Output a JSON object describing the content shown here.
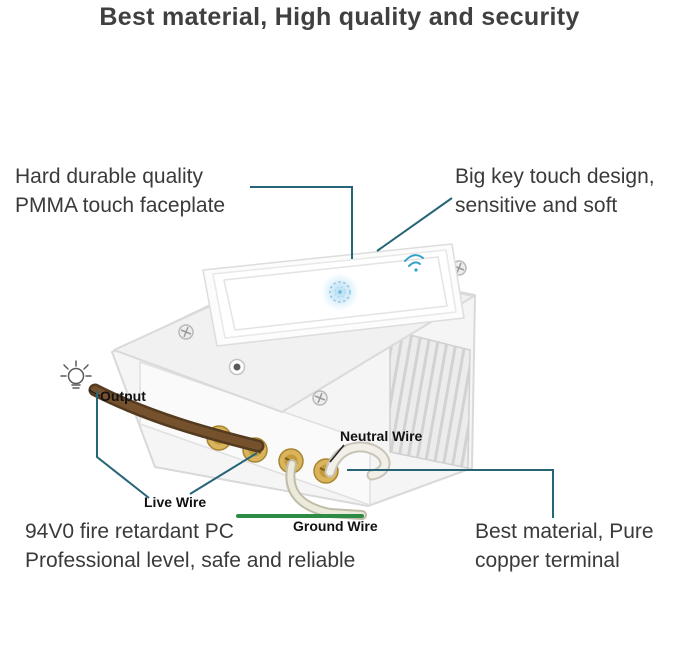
{
  "title": "Best material, High quality and security",
  "annotations": {
    "faceplate": {
      "line1": "Hard durable quality",
      "line2": "PMMA touch faceplate"
    },
    "touch": {
      "line1": "Big key touch design,",
      "line2": "sensitive and soft"
    },
    "material": {
      "line1": "94V0 fire retardant PC",
      "line2": "Professional level, safe and reliable"
    },
    "terminal": {
      "line1": "Best material, Pure",
      "line2": "copper terminal"
    }
  },
  "wire_labels": {
    "output": "Output",
    "live": "Live Wire",
    "neutral": "Neutral Wire",
    "ground": "Ground Wire"
  },
  "icons": {
    "bulb": "lightbulb-icon",
    "wifi": "wifi-icon",
    "glow": "touch-glow-indicator"
  },
  "colors": {
    "callout_line": "#266577",
    "title_text": "#404040",
    "body_text": "#3a3a3a",
    "label_text": "#111111",
    "ground_line": "#2c8c46",
    "live_wire_brown": "#6b4a2a",
    "neutral_wire_white": "#f2efe8",
    "terminal_brass": "#d9b45c",
    "glow_blue": "#8fc9e8",
    "device_body": "#f5f5f5"
  }
}
